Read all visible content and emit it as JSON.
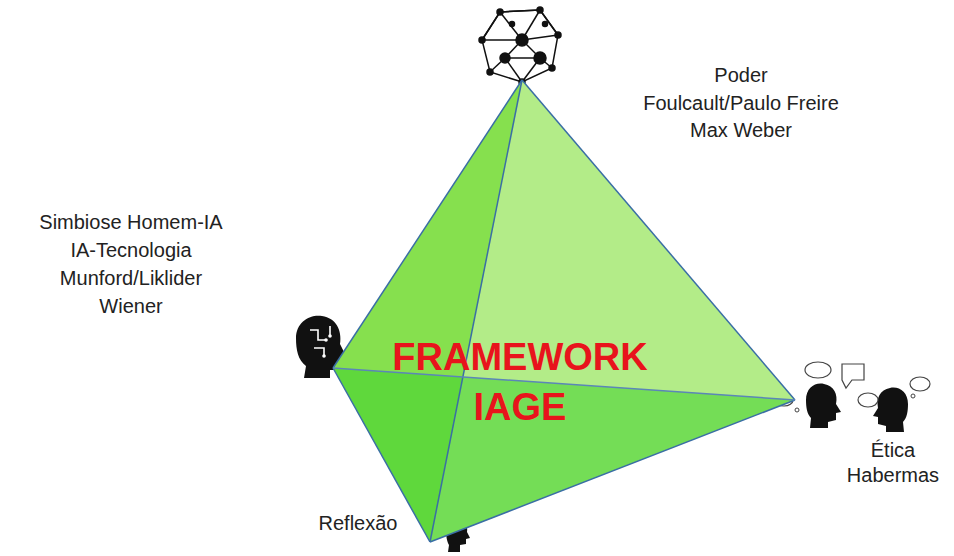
{
  "diagram": {
    "nodes": [
      {
        "text": [
          "FRAMEWORK IAGE"
        ]
      }
    ],
    "labels": [
      "Poder",
      "Foulcault/Paulo Freire",
      "Max Weber",
      "Simbiose Homem-IA",
      "IA-Tecnologia",
      "Munford/Liklider",
      "Wiener",
      "Ética",
      "Habermas",
      "Reflexão"
    ]
  }
}
